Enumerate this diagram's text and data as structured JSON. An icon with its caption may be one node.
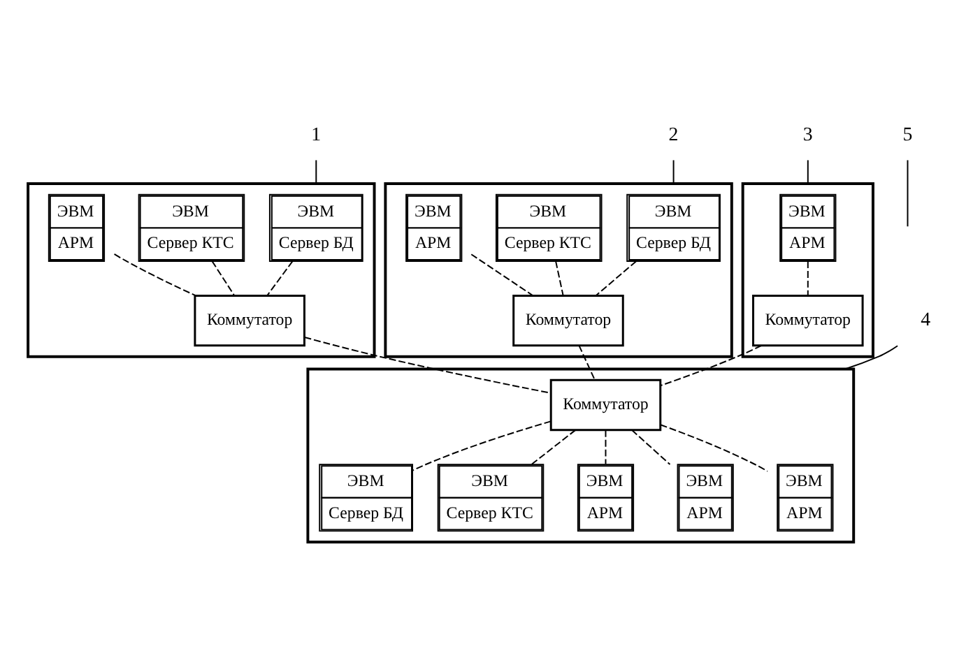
{
  "diagram": {
    "nodes": [
      {
        "text": [
          "1"
        ]
      },
      {
        "text": [],
        "shape": "box"
      },
      {
        "text": [
          "ЭВМ",
          "Сервер БД"
        ],
        "in": 1
      },
      {
        "text": [
          "ЭВМ",
          "Сервер КТС"
        ],
        "in": 1
      },
      {
        "text": [
          "Коммутатор"
        ],
        "in": 1
      },
      {
        "text": [
          "ЭВМ",
          "АРМ"
        ],
        "in": 1
      },
      {
        "text": [
          "2"
        ]
      },
      {
        "text": [],
        "shape": "box"
      },
      {
        "text": [
          "ЭВМ",
          "Сервер БД"
        ],
        "in": 7
      },
      {
        "text": [
          "ЭВМ",
          "Сервер КТС"
        ],
        "in": 7
      },
      {
        "text": [
          "Коммутатор"
        ],
        "in": 7
      },
      {
        "text": [
          "ЭВМ",
          "АРМ"
        ],
        "in": 7
      },
      {
        "text": [
          "3"
        ]
      },
      {
        "text": [],
        "shape": "box"
      },
      {
        "text": [
          "ЭВМ",
          "АРМ"
        ],
        "in": 13
      },
      {
        "text": [
          "Коммутатор"
        ],
        "in": 13
      },
      {
        "text": [
          "5"
        ]
      },
      {
        "text": [],
        "shape": "box"
      },
      {
        "text": [
          "Коммутатор"
        ],
        "in": 17
      },
      {
        "text": [
          "ЭВМ",
          "Сервер БД"
        ],
        "in": 17
      },
      {
        "text": [
          "ЭВМ",
          "Сервер КТС"
        ],
        "in": 17
      },
      {
        "text": [
          "ЭВМ",
          "АРМ"
        ],
        "in": 17
      },
      {
        "text": [
          "ЭВМ",
          "АРМ"
        ],
        "in": 17
      },
      {
        "text": [
          "ЭВМ",
          "АРМ"
        ],
        "in": 17
      },
      {
        "text": [
          "4"
        ]
      }
    ],
    "edges": [
      {
        "from": 0,
        "to": 1,
        "arrow": "none"
      },
      {
        "from": 2,
        "to": 4,
        "arrow": "none",
        "style": "dashed"
      },
      {
        "from": 3,
        "to": 4,
        "arrow": "none",
        "style": "dashed"
      },
      {
        "from": 5,
        "to": 4,
        "arrow": "none",
        "style": "dashed"
      },
      {
        "from": 6,
        "to": 7,
        "arrow": "none"
      },
      {
        "from": 8,
        "to": 10,
        "arrow": "none",
        "style": "dashed"
      },
      {
        "from": 9,
        "to": 10,
        "arrow": "none",
        "style": "dashed"
      },
      {
        "from": 11,
        "to": 10,
        "arrow": "none",
        "style": "dashed"
      },
      {
        "from": 12,
        "to": 13,
        "arrow": "none"
      },
      {
        "from": 14,
        "to": 15,
        "arrow": "none",
        "style": "dashed"
      },
      {
        "from": 4,
        "to": 18,
        "arrow": "none",
        "style": "dashed"
      },
      {
        "from": 10,
        "to": 18,
        "arrow": "none",
        "style": "dashed"
      },
      {
        "from": 15,
        "to": 18,
        "arrow": "none",
        "style": "dashed"
      },
      {
        "from": 16,
        "to": null,
        "arrow": "none"
      },
      {
        "from": 18,
        "to": 19,
        "arrow": "none",
        "style": "dashed"
      },
      {
        "from": 18,
        "to": 20,
        "arrow": "none",
        "style": "dashed"
      },
      {
        "from": 18,
        "to": 21,
        "arrow": "none",
        "style": "dashed"
      },
      {
        "from": 18,
        "to": 22,
        "arrow": "none",
        "style": "dashed"
      },
      {
        "from": 18,
        "to": 23,
        "arrow": "none",
        "style": "dashed"
      },
      {
        "from": 24,
        "to": 17,
        "arrow": "none"
      }
    ]
  }
}
